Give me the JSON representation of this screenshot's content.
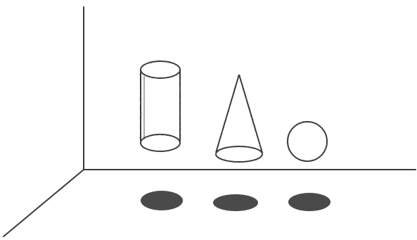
{
  "scene": {
    "description_items": [
      "cylinder",
      "cone",
      "sphere"
    ],
    "colors": {
      "background": "#ffffff",
      "line": "#3a3a3a",
      "shadow": "#4a4a4a"
    }
  }
}
